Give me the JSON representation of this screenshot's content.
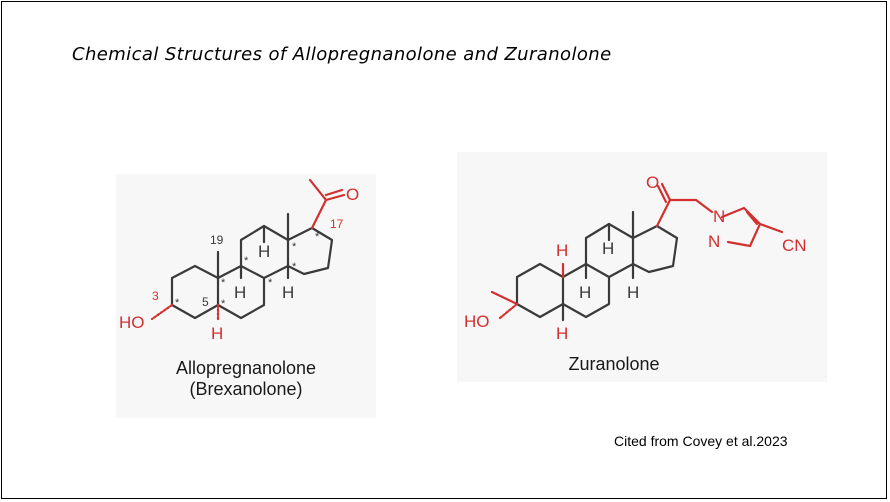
{
  "title": "Chemical Structures of Allopregnanolone and Zuranolone",
  "allopregnanolone": {
    "name": "Allopregnanolone",
    "alt_name": "(Brexanolone)",
    "labels": {
      "o_ketone": "O",
      "ho": "HO",
      "h": "H",
      "num_3": "3",
      "num_5": "5",
      "num_17": "17",
      "num_19": "19",
      "star": "*"
    }
  },
  "zuranolone": {
    "name": "Zuranolone",
    "labels": {
      "o_ketone": "O",
      "ho": "HO",
      "h": "H",
      "n1": "N",
      "n2": "N",
      "cn": "CN"
    }
  },
  "citation": "Cited from Covey et al.2023",
  "colors": {
    "highlight": "#d32f2f",
    "bond": "#3a3a3a",
    "panel": "#f7f7f7"
  }
}
